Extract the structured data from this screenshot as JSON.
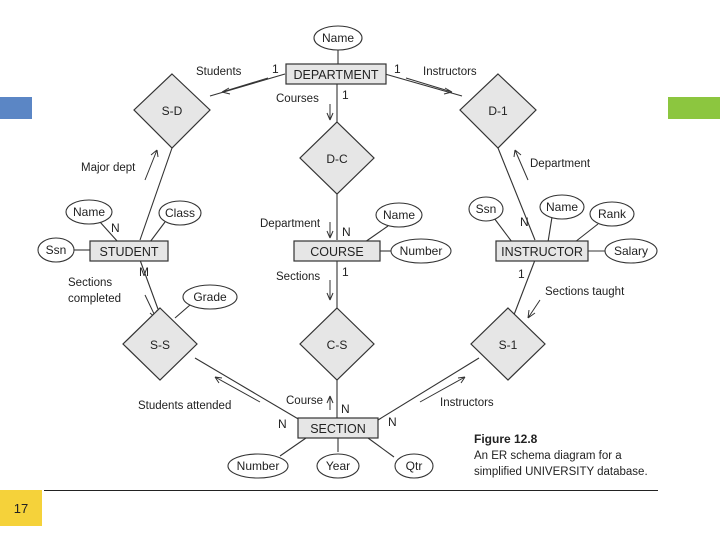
{
  "slide": {
    "number": "17"
  },
  "colors": {
    "tab_left": "#5b86c5",
    "tab_right": "#8cc63f",
    "slide_number_bg": "#f5d23a",
    "entity_fill": "#e6e6e6"
  },
  "entities": {
    "department": "DEPARTMENT",
    "student": "STUDENT",
    "course": "COURSE",
    "instructor": "INSTRUCTOR",
    "section": "SECTION"
  },
  "relationships": {
    "sd": "S-D",
    "di": "D-1",
    "dc": "D-C",
    "ss": "S-S",
    "cs": "C-S",
    "si": "S-1"
  },
  "attributes": {
    "dept_name": "Name",
    "student_name": "Name",
    "student_class": "Class",
    "student_ssn": "Ssn",
    "student_grade": "Grade",
    "course_name": "Name",
    "course_number": "Number",
    "instructor_ssn": "Ssn",
    "instructor_name": "Name",
    "instructor_rank": "Rank",
    "instructor_salary": "Salary",
    "section_number": "Number",
    "section_year": "Year",
    "section_qtr": "Qtr"
  },
  "labels": {
    "students": "Students",
    "instructors_top": "Instructors",
    "courses": "Courses",
    "major_dept": "Major dept",
    "department_right": "Department",
    "department_course": "Department",
    "sections": "Sections",
    "sections_completed_1": "Sections",
    "sections_completed_2": "completed",
    "sections_taught": "Sections taught",
    "students_attended": "Students attended",
    "course_section": "Course",
    "instructors_bottom": "Instructors"
  },
  "cardinalities": {
    "dept_students": "1",
    "dept_instructors": "1",
    "dept_courses": "1",
    "student_n": "N",
    "student_m": "M",
    "course_n": "N",
    "course_1": "1",
    "instructor_n": "N",
    "instructor_1": "1",
    "section_left_n": "N",
    "section_top_n": "N",
    "section_right_n": "N"
  },
  "caption": {
    "title": "Figure 12.8",
    "line1": "An ER schema diagram for a",
    "line2": "simplified UNIVERSITY database."
  }
}
